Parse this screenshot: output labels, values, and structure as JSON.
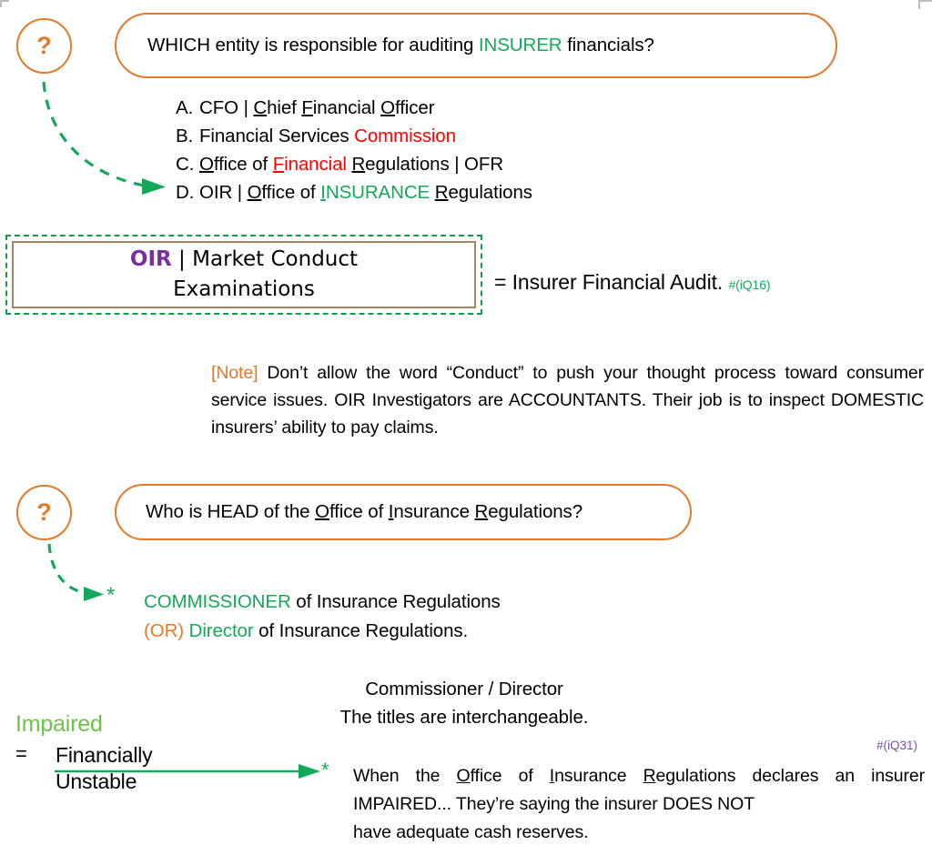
{
  "slide": {
    "icons": {
      "question_mark": "?",
      "asterisk": "*",
      "equals": "=",
      "dashed_arrow": "dashed-arrow-icon",
      "solid_arrow": "solid-arrow-icon"
    },
    "colors": {
      "orange": "#E2792B",
      "green": "#16A85A",
      "light_green": "#6CC24A",
      "red": "#FF0000",
      "purple": "#7B2E9D",
      "tag_purple": "#7B4FA8",
      "box_brown": "#A38560",
      "black": "#000000"
    }
  },
  "question1": {
    "badge": "?",
    "text_before": "WHICH entity is responsible for auditing ",
    "highlight": "INSURER",
    "text_after": " financials?",
    "options": [
      {
        "letter": "A.",
        "parts": [
          {
            "text": "CFO | ",
            "color": "black"
          },
          {
            "text": "C",
            "color": "black",
            "underline": true
          },
          {
            "text": "hief ",
            "color": "black"
          },
          {
            "text": "F",
            "color": "black",
            "underline": true
          },
          {
            "text": "inancial ",
            "color": "black"
          },
          {
            "text": "O",
            "color": "black",
            "underline": true
          },
          {
            "text": "fficer",
            "color": "black"
          }
        ]
      },
      {
        "letter": "B.",
        "parts": [
          {
            "text": "Financial Services ",
            "color": "black"
          },
          {
            "text": "Commission",
            "color": "red"
          }
        ]
      },
      {
        "letter": "C.",
        "parts": [
          {
            "text": "O",
            "color": "black",
            "underline": true
          },
          {
            "text": "ffice of ",
            "color": "black"
          },
          {
            "text": "F",
            "color": "red",
            "underline": true
          },
          {
            "text": "inancial",
            "color": "red"
          },
          {
            "text": " ",
            "color": "black"
          },
          {
            "text": "R",
            "color": "black",
            "underline": true
          },
          {
            "text": "egulations | OFR",
            "color": "black"
          }
        ]
      },
      {
        "letter": "D.",
        "parts": [
          {
            "text": "OIR | ",
            "color": "black"
          },
          {
            "text": "O",
            "color": "black",
            "underline": true
          },
          {
            "text": "ffice of ",
            "color": "black"
          },
          {
            "text": "I",
            "color": "green",
            "underline": true
          },
          {
            "text": "NSURANCE",
            "color": "green"
          },
          {
            "text": " ",
            "color": "black"
          },
          {
            "text": "R",
            "color": "black",
            "underline": true
          },
          {
            "text": "egulations",
            "color": "black"
          }
        ]
      }
    ]
  },
  "answer_box": {
    "code": "OIR",
    "separator": " | ",
    "label_line1": "Market Conduct",
    "label_line2": "Examinations",
    "equals_text": "= Insurer Financial Audit.",
    "tag": "#(iQ16)"
  },
  "note": {
    "label": "[Note]",
    "body": " Don’t allow the word “Conduct” to push your thought process toward consumer service issues. OIR Investigators are ACCOUNTANTS. Their job is to  inspect DOMESTIC insurers’ ability to pay claims."
  },
  "question2": {
    "badge": "?",
    "parts": [
      {
        "text": "Who is HEAD of the "
      },
      {
        "text": "O",
        "underline": true
      },
      {
        "text": "ffice of "
      },
      {
        "text": "I",
        "underline": true
      },
      {
        "text": "nsurance "
      },
      {
        "text": "R",
        "underline": true
      },
      {
        "text": "egulations?"
      }
    ],
    "answer_line1_highlight": "COMMISSIONER",
    "answer_line1_rest": " of Insurance Regulations",
    "answer_line2_or": "(OR)",
    "answer_line2_highlight": " Director",
    "answer_line2_rest": " of Insurance Regulations."
  },
  "center_note": {
    "line1": "Commissioner / Director",
    "line2": "The titles are interchangeable."
  },
  "impaired": {
    "term": "Impaired",
    "equals": "=",
    "definition_line1": "Financially",
    "definition_line2": "Unstable"
  },
  "final_note": {
    "tag": "#(iQ31)",
    "parts": [
      {
        "text": "When the "
      },
      {
        "text": "O",
        "underline": true
      },
      {
        "text": "ffice of "
      },
      {
        "text": "I",
        "underline": true
      },
      {
        "text": "nsurance "
      },
      {
        "text": "R",
        "underline": true
      },
      {
        "text": "egulations declares an insurer IMPAIRED... They’re saying the insurer DOES NOT "
      }
    ],
    "last_line": "have adequate cash reserves."
  }
}
